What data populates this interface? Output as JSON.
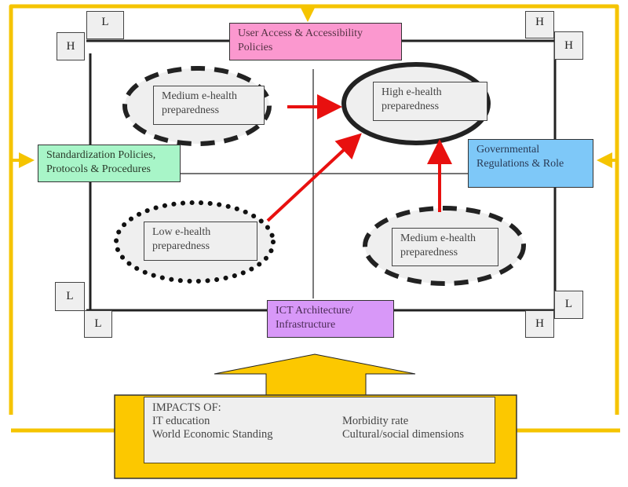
{
  "diagram": {
    "colors": {
      "feedback_line": "#f5c400",
      "arrow_red": "#e8100f",
      "frame": "#222222",
      "user_access_fill": "#fb98cf",
      "standardization_fill": "#a8f5c8",
      "governmental_fill": "#7ec8f8",
      "ict_fill": "#d898f8",
      "level_box_fill": "#efefef",
      "impacts_fill": "#efefef",
      "impacts_frame": "#fcc800"
    },
    "policies": {
      "top": {
        "line1": "User Access & Accessibility",
        "line2": "Policies"
      },
      "left": {
        "line1": "Standardization Policies,",
        "line2": "Protocols & Procedures"
      },
      "right": {
        "line1": "Governmental",
        "line2": "Regulations & Role"
      },
      "bottom": {
        "line1": "ICT Architecture/",
        "line2": "Infrastructure"
      }
    },
    "axis_levels": {
      "top_left_outer": "H",
      "top_left_inner": "L",
      "top_right_inner": "H",
      "top_right_outer": "H",
      "bottom_left_outer": "L",
      "bottom_left_inner": "L",
      "bottom_right_inner": "H",
      "bottom_right_outer": "L"
    },
    "preparedness": [
      {
        "id": "medium-top-left",
        "line1": "Medium e-health",
        "line2": "preparedness",
        "ring_style": "dashed"
      },
      {
        "id": "high-top-right",
        "line1": "High e-health",
        "line2": "preparedness",
        "ring_style": "solid"
      },
      {
        "id": "low-bottom-left",
        "line1": "Low e-health",
        "line2": "preparedness",
        "ring_style": "dotted"
      },
      {
        "id": "medium-bottom-right",
        "line1": "Medium e-health",
        "line2": "preparedness",
        "ring_style": "dashed"
      }
    ],
    "transitions": [
      {
        "from": "medium-top-left",
        "to": "high-top-right"
      },
      {
        "from": "low-bottom-left",
        "to": "high-top-right"
      },
      {
        "from": "medium-bottom-right",
        "to": "high-top-right"
      }
    ],
    "impacts": {
      "title": "IMPACTS OF:",
      "left_items": [
        "IT education",
        "World Economic Standing"
      ],
      "right_items": [
        "Morbidity rate",
        "Cultural/social dimensions"
      ]
    }
  }
}
